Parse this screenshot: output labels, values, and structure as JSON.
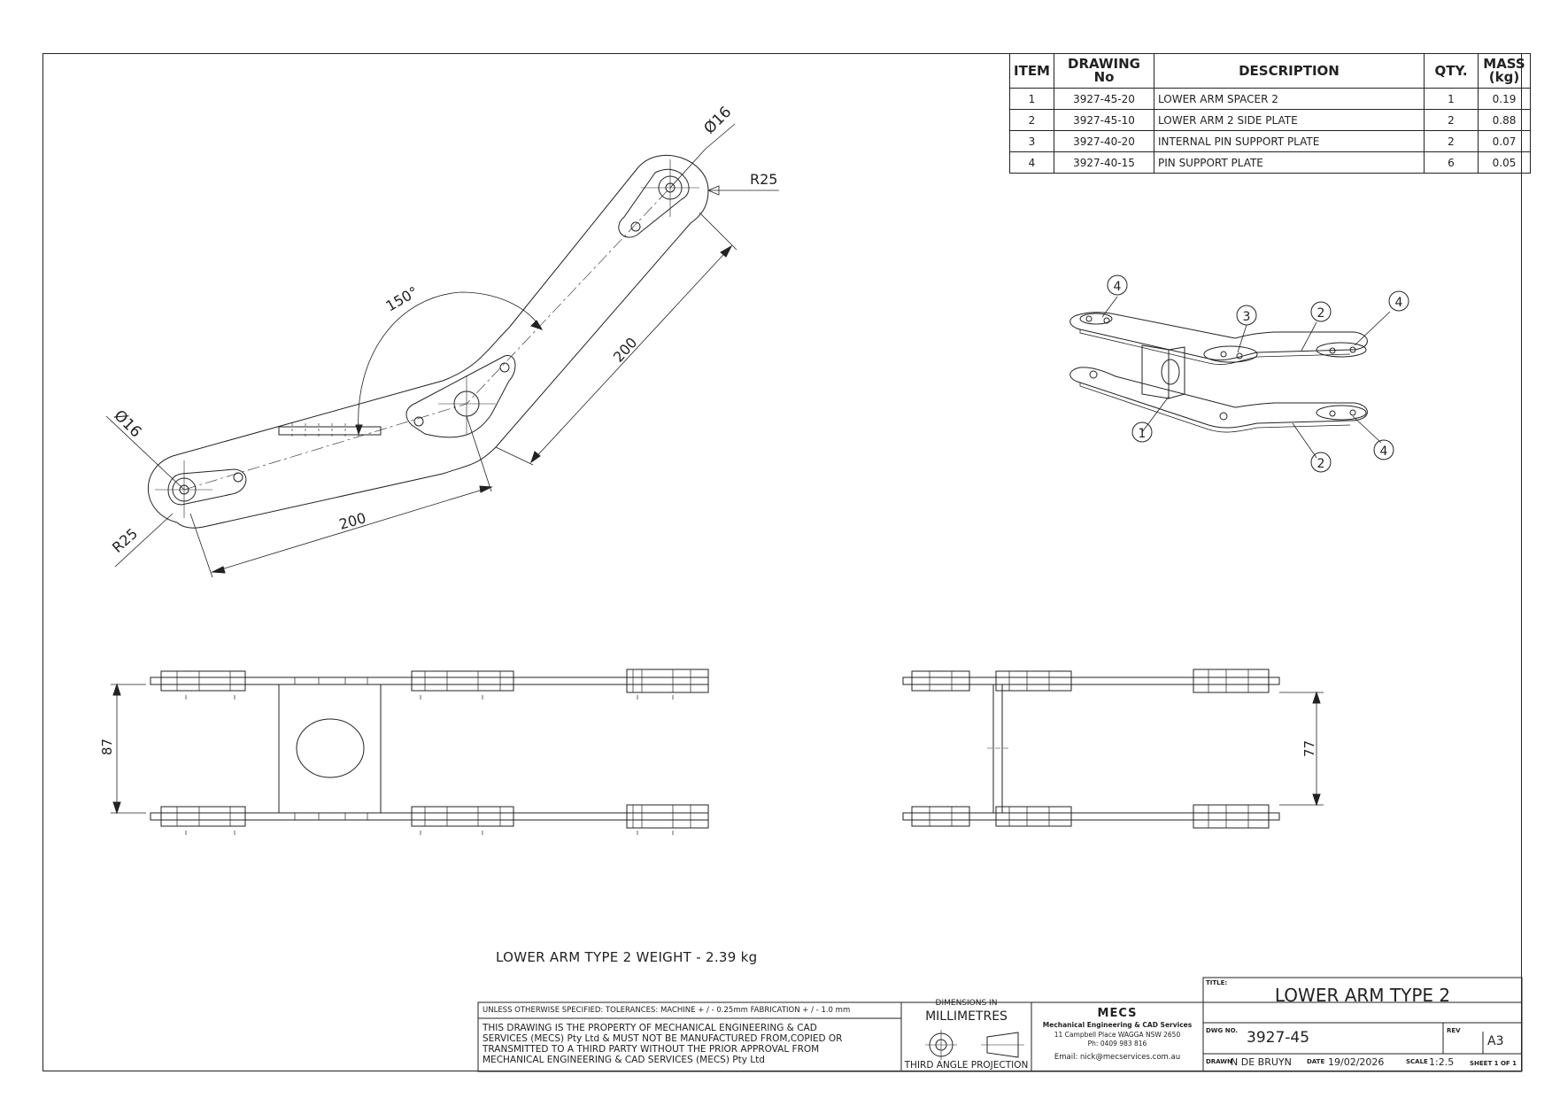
{
  "bom": {
    "headers": {
      "item": "ITEM",
      "drawing_no_1": "DRAWING",
      "drawing_no_2": "No",
      "description": "DESCRIPTION",
      "qty": "QTY.",
      "mass_1": "MASS",
      "mass_2": "(kg)"
    },
    "rows": [
      {
        "item": "1",
        "drawing": "3927-45-20",
        "description": "LOWER ARM SPACER 2",
        "qty": "1",
        "mass": "0.19"
      },
      {
        "item": "2",
        "drawing": "3927-45-10",
        "description": "LOWER ARM 2 SIDE PLATE",
        "qty": "2",
        "mass": "0.88"
      },
      {
        "item": "3",
        "drawing": "3927-40-20",
        "description": "INTERNAL PIN SUPPORT PLATE",
        "qty": "2",
        "mass": "0.07"
      },
      {
        "item": "4",
        "drawing": "3927-40-15",
        "description": "PIN SUPPORT PLATE",
        "qty": "6",
        "mass": "0.05"
      }
    ]
  },
  "dims": {
    "dia_top": "Ø16",
    "r_top": "R25",
    "angle": "150°",
    "len_right": "200",
    "dia_left": "Ø16",
    "r_left": "R25",
    "len_bottom": "200",
    "width_front": "87",
    "width_side": "77"
  },
  "balloons": {
    "b1": "1",
    "b2a": "2",
    "b2b": "2",
    "b3": "3",
    "b4a": "4",
    "b4b": "4",
    "b4c": "4"
  },
  "weight_note": "LOWER ARM TYPE 2 WEIGHT -   2.39 kg",
  "title_block": {
    "tolerances": "UNLESS OTHERWISE SPECIFIED: TOLERANCES: MACHINE + / - 0.25mm  FABRICATION + / - 1.0 mm",
    "property_line1": "THIS DRAWING IS THE PROPERTY OF MECHANICAL ENGINEERING & CAD",
    "property_line2": "SERVICES (MECS) Pty Ltd & MUST NOT BE MANUFACTURED FROM,COPIED OR",
    "property_line3": "TRANSMITTED TO A THIRD PARTY WITHOUT THE PRIOR APPROVAL FROM",
    "property_line4": "MECHANICAL ENGINEERING & CAD SERVICES (MECS) Pty Ltd",
    "dims_in": "DIMENSIONS IN",
    "units": "MILLIMETRES",
    "projection": "THIRD ANGLE PROJECTION",
    "company_logo": "MECS",
    "company_name": "Mechanical Engineering & CAD Services",
    "company_address": "11 Campbell Place WAGGA NSW 2650",
    "company_phone": "Ph: 0409 983 816",
    "company_email": "Email: nick@mecservices.com.au",
    "title_label": "TITLE:",
    "title": "LOWER ARM TYPE 2",
    "dwg_label": "DWG NO.",
    "dwg_no": "3927-45",
    "rev_label": "REV",
    "size": "A3",
    "drawn_label": "DRAWN",
    "drawn_by": "N DE BRUYN",
    "date_label": "DATE",
    "date": "19/02/2026",
    "scale_label": "SCALE",
    "scale": "1:2.5",
    "sheet": "SHEET 1 OF 1"
  }
}
